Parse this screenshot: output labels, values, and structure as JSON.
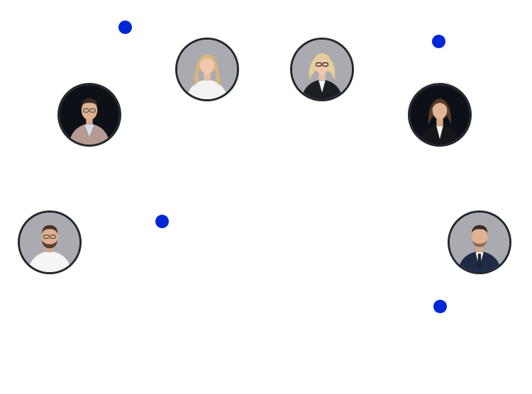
{
  "palette": {
    "dot": "#0026d6",
    "ring": "#23272e",
    "light_bg": "#a9abb0",
    "dark_bg": "#0d1117"
  },
  "dots": [
    {
      "id": "dot-1"
    },
    {
      "id": "dot-2"
    },
    {
      "id": "dot-3"
    },
    {
      "id": "dot-4"
    }
  ],
  "avatars": [
    {
      "id": "avatar-man-blazer",
      "icon": "person-photo-icon",
      "bg": "dark"
    },
    {
      "id": "avatar-woman-blonde-white",
      "icon": "person-photo-icon",
      "bg": "light"
    },
    {
      "id": "avatar-woman-glasses-black",
      "icon": "person-photo-icon",
      "bg": "light"
    },
    {
      "id": "avatar-woman-black-suit",
      "icon": "person-photo-icon",
      "bg": "dark"
    },
    {
      "id": "avatar-man-white-shirt",
      "icon": "person-photo-icon",
      "bg": "light"
    },
    {
      "id": "avatar-man-navy-suit",
      "icon": "person-photo-icon",
      "bg": "light"
    }
  ]
}
